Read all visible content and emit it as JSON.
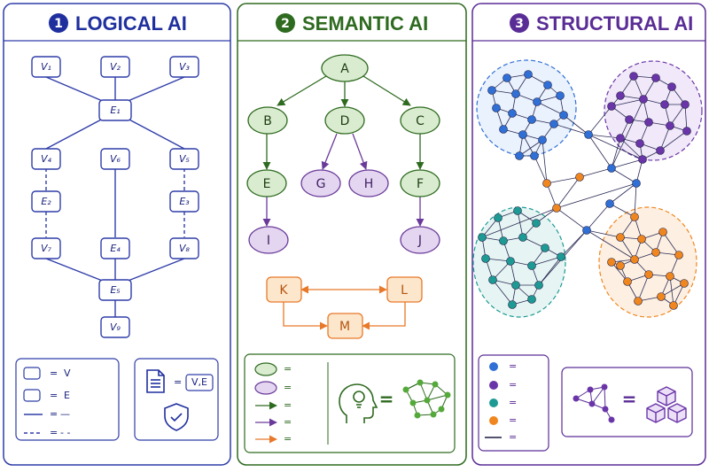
{
  "panels": [
    {
      "number": "1",
      "title": "LOGICAL AI",
      "color": "#1f2f9e"
    },
    {
      "number": "2",
      "title": "SEMANTIC AI",
      "color": "#2e6a1f"
    },
    {
      "number": "3",
      "title": "STRUCTURAL AI",
      "color": "#5a2d96"
    }
  ],
  "logical": {
    "nodes": {
      "v1": "V₁",
      "v2": "V₂",
      "v3": "V₃",
      "e1": "E₁",
      "v4": "V₄",
      "v6": "V₆",
      "v5": "V₅",
      "e2": "E₂",
      "e3": "E₃",
      "v7": "V₇",
      "e4": "E₄",
      "v8": "V₈",
      "e5": "E₅",
      "v9": "V₉"
    },
    "legend": {
      "eq": "=",
      "box_v": "V",
      "box_e": "E",
      "solid": "—",
      "dashed": "- -",
      "doc_eq": "=",
      "doc_value": "V,E"
    }
  },
  "semantic": {
    "nodes": {
      "a": "A",
      "b": "B",
      "d": "D",
      "c": "C",
      "e": "E",
      "g": "G",
      "h": "H",
      "f": "F",
      "i": "I",
      "j": "J",
      "k": "K",
      "l": "L",
      "m": "M"
    },
    "legend": {
      "eq": "="
    }
  },
  "structural": {
    "legend": {
      "eq": "="
    }
  },
  "colors": {
    "logical": "#1f2f9e",
    "semantic_green": "#2e6a1f",
    "semantic_purple": "#6a3a9a",
    "semantic_orange": "#e8792a",
    "structural": "#5a2d96",
    "blue_node": "#2f6fd6",
    "purple_node": "#6a35a8",
    "teal_node": "#1d9a94",
    "orange_node": "#f0861e"
  }
}
